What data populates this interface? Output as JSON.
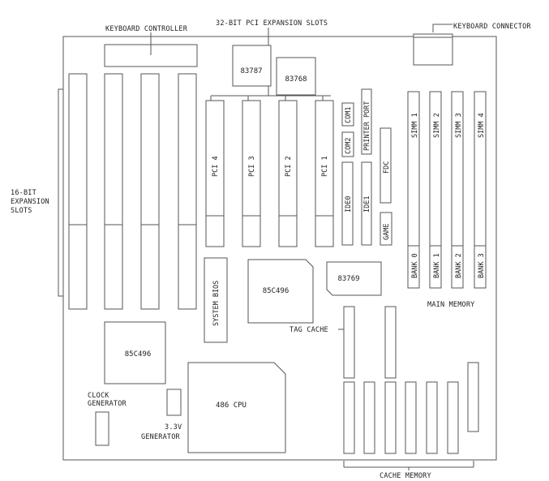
{
  "labels": {
    "keyboard_controller": "KEYBOARD CONTROLLER",
    "pci_slots": "32-BIT PCI EXPANSION SLOTS",
    "keyboard_connector": "KEYBOARD CONNECTOR",
    "isa_slots_line1": "16-BIT",
    "isa_slots_line2": "EXPANSION",
    "isa_slots_line3": "SLOTS",
    "main_memory": "MAIN MEMORY",
    "tag_cache": "TAG CACHE",
    "clock_gen_line1": "CLOCK",
    "clock_gen_line2": "GENERATOR",
    "reg_line1": "3.3V",
    "reg_line2": "GENERATOR",
    "cache_memory": "CACHE MEMORY"
  },
  "chips": {
    "chip_83787": "83787",
    "chip_83768": "83768",
    "chip_83769": "83769",
    "chipset_upper": "85C496",
    "chipset_lower": "85C496",
    "cpu": "486 CPU"
  },
  "pci": [
    "PCI 4",
    "PCI 3",
    "PCI 2",
    "PCI 1"
  ],
  "connectors": {
    "com1": "COM1",
    "com2": "COM2",
    "printer": "PRINTER PORT",
    "fdc": "FDC",
    "ide0": "IDE0",
    "ide1": "IDE1",
    "game": "GAME",
    "bios": "SYSTEM BIOS"
  },
  "simm": [
    "SIMM 1",
    "SIMM 2",
    "SIMM 3",
    "SIMM 4"
  ],
  "banks": [
    "BANK 0",
    "BANK 1",
    "BANK 2",
    "BANK 3"
  ],
  "colors": {
    "line": "#555555",
    "text": "#222222",
    "background": "#ffffff"
  }
}
